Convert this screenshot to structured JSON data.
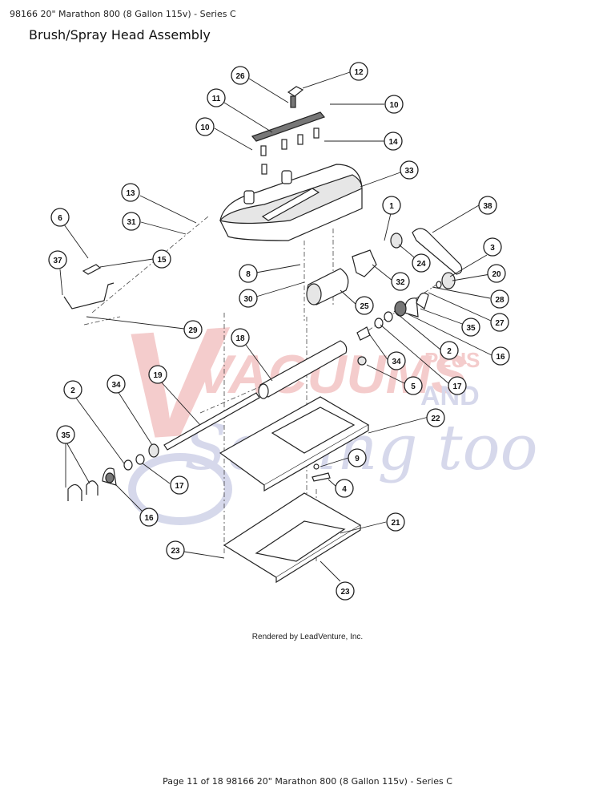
{
  "header": {
    "text": "98166 20\" Marathon 800 (8 Gallon 115v) - Series C"
  },
  "title": "Brush/Spray Head Assembly",
  "watermark": {
    "logo_text": "VACUUMS",
    "plus_text": "PLUS",
    "and_text": "AND",
    "script_text": "Sewing too",
    "colors": {
      "red": "#f2b8b8",
      "blue": "#c9cde6"
    }
  },
  "callouts": [
    {
      "label": "26"
    },
    {
      "label": "12"
    },
    {
      "label": "11"
    },
    {
      "label": "10"
    },
    {
      "label": "10"
    },
    {
      "label": "14"
    },
    {
      "label": "33"
    },
    {
      "label": "13"
    },
    {
      "label": "31"
    },
    {
      "label": "6"
    },
    {
      "label": "1"
    },
    {
      "label": "38"
    },
    {
      "label": "37"
    },
    {
      "label": "15"
    },
    {
      "label": "3"
    },
    {
      "label": "24"
    },
    {
      "label": "8"
    },
    {
      "label": "20"
    },
    {
      "label": "32"
    },
    {
      "label": "30"
    },
    {
      "label": "28"
    },
    {
      "label": "25"
    },
    {
      "label": "27"
    },
    {
      "label": "35"
    },
    {
      "label": "29"
    },
    {
      "label": "2"
    },
    {
      "label": "16"
    },
    {
      "label": "18"
    },
    {
      "label": "34"
    },
    {
      "label": "17"
    },
    {
      "label": "5"
    },
    {
      "label": "19"
    },
    {
      "label": "34"
    },
    {
      "label": "2"
    },
    {
      "label": "22"
    },
    {
      "label": "35"
    },
    {
      "label": "9"
    },
    {
      "label": "4"
    },
    {
      "label": "17"
    },
    {
      "label": "16"
    },
    {
      "label": "21"
    },
    {
      "label": "23"
    },
    {
      "label": "23"
    }
  ],
  "render_note": "Rendered by LeadVenture, Inc.",
  "footer": {
    "text": "Page 11 of 18 98166 20\" Marathon 800 (8 Gallon 115v) - Series C"
  }
}
